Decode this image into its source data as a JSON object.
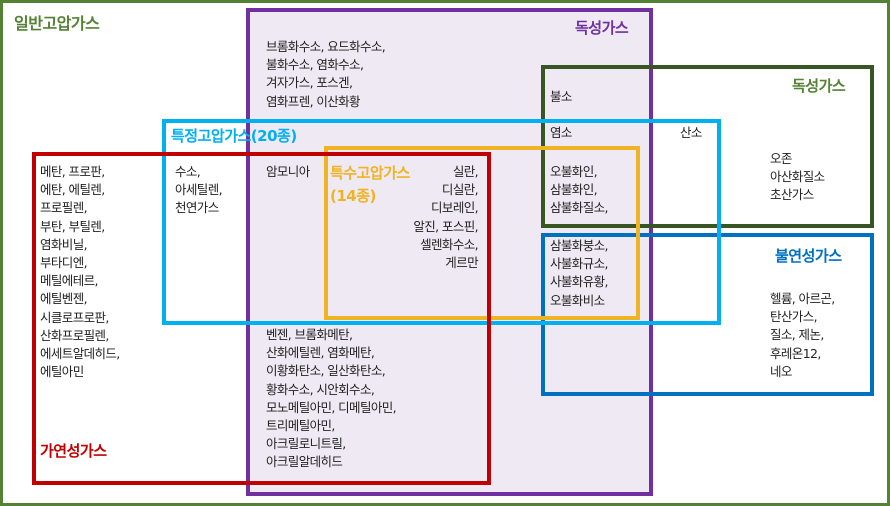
{
  "colors": {
    "general": "#548235",
    "toxic": "#7030a0",
    "toxic_fill": "#efe9f3",
    "oxidizing": "#375623",
    "specific": "#00b0f0",
    "special": "#f0b323",
    "flammable": "#c00000",
    "nonflammable": "#0070c0"
  },
  "labels": {
    "general": "일반고압가스",
    "toxic": "독성가스",
    "toxic2": "독성가스",
    "specific": "특정고압가스(20종)",
    "special_1": "특수고압가스",
    "special_2": "(14종)",
    "flammable": "가연성가스",
    "nonflammable": "불연성가스"
  },
  "groups": {
    "toxic_only": [
      "브롬화수소, 요드화수소,",
      "불화수소, 염화수소,",
      "겨자가스, 포스겐,",
      "염화프렌, 이산화황"
    ],
    "flammable_only": [
      "메탄, 프로판,",
      "에탄, 에틸렌,",
      "프로필렌,",
      "부탄, 부틸렌,",
      "염화비닐,",
      "부타디엔,",
      "메틸에테르,",
      "에틸벤젠,",
      "시클로프로판,",
      "산화프로필렌,",
      "에세트알데히드,",
      "에틸아민"
    ],
    "specific_flammable": [
      "수소,",
      "아세틸렌,",
      "천연가스"
    ],
    "specific_toxic_flammable": [
      "암모니아"
    ],
    "special_flammable": [
      "실란,",
      "디실란,",
      "디보레인,",
      "알진, 포스핀,",
      "셀렌화수소,",
      "게르만"
    ],
    "toxic_flammable": [
      "벤젠, 브롬화메탄,",
      "산화에틸렌, 염화메탄,",
      "이황화탄소, 일산화탄소,",
      "황화수소, 시안회수소,",
      "모노메틸아민, 디메틸아민,",
      "트리메틸아민,",
      "아크릴로니트릴,",
      "아크릴알데히드"
    ],
    "toxic_oxidizing": [
      "불소"
    ],
    "specific_toxic_oxidizing": [
      "염소"
    ],
    "specific_oxidizing": [
      "산소"
    ],
    "special_toxic_oxidizing": [
      "오불화인,",
      "삼불화인,",
      "삼불화질소,"
    ],
    "special_toxic_nonflammable": [
      "삼불화붕소,",
      "사불화규소,",
      "사불화유황,",
      "오불화비소"
    ],
    "oxidizing_only": [
      "오존",
      "아산화질소",
      "초산가스"
    ],
    "nonflammable_only": [
      "헬륨, 아르곤,",
      "탄산가스,",
      "질소, 제논,",
      "후레온12,",
      "네오"
    ]
  }
}
